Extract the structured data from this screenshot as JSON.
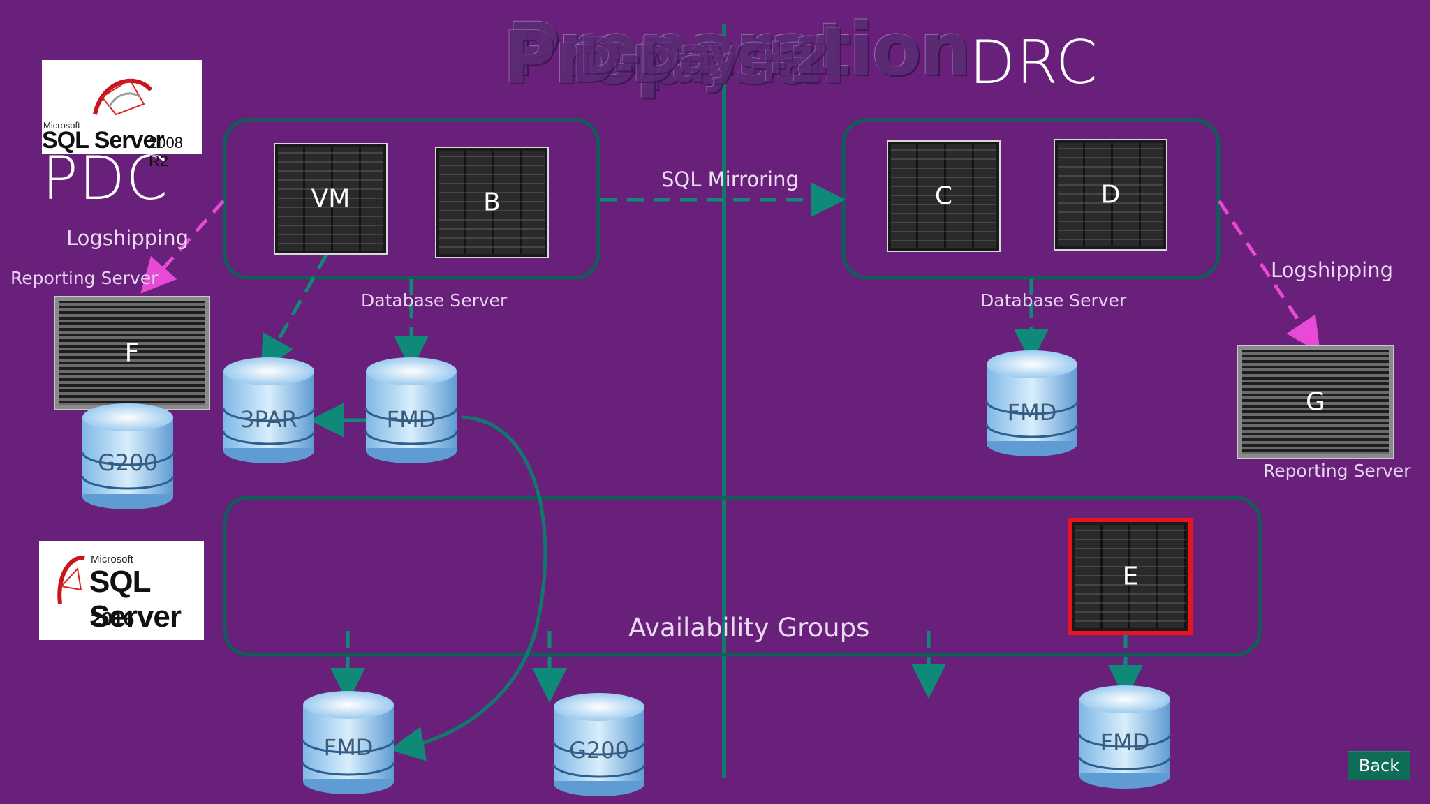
{
  "title": {
    "overlapping_texts": [
      "Preparation",
      "Proposal",
      "D-Day +1",
      "D-Day +2"
    ]
  },
  "sites": {
    "primary": "PDC",
    "recovery": "DRC"
  },
  "logos": {
    "sql2008": {
      "microsoft": "Microsoft",
      "product": "SQL Server",
      "version": "2008 R2"
    },
    "sql2016": {
      "microsoft": "Microsoft",
      "product": "SQL Server",
      "version": "2016"
    }
  },
  "servers": {
    "vm": "VM",
    "b": "B",
    "c": "C",
    "d": "D",
    "e": "E",
    "f": "F",
    "g": "G"
  },
  "labels": {
    "sql_mirroring": "SQL Mirroring",
    "logshipping_left": "Logshipping",
    "logshipping_right": "Logshipping",
    "reporting_server_left": "Reporting Server",
    "reporting_server_right": "Reporting Server",
    "database_server_left": "Database Server",
    "database_server_right": "Database Server",
    "availability_groups": "Availability Groups"
  },
  "databases": {
    "g200_left": "G200",
    "three_par": "3PAR",
    "fmd_top_left": "FMD",
    "fmd_top_right": "FMD",
    "fmd_bottom_left": "FMD",
    "g200_bottom": "G200",
    "fmd_bottom_right": "FMD"
  },
  "buttons": {
    "back": "Back"
  },
  "colors": {
    "background": "#69207b",
    "connector_teal": "#0f7a6c",
    "logship_magenta": "#e64ad6",
    "highlight_red": "#e8141e"
  }
}
